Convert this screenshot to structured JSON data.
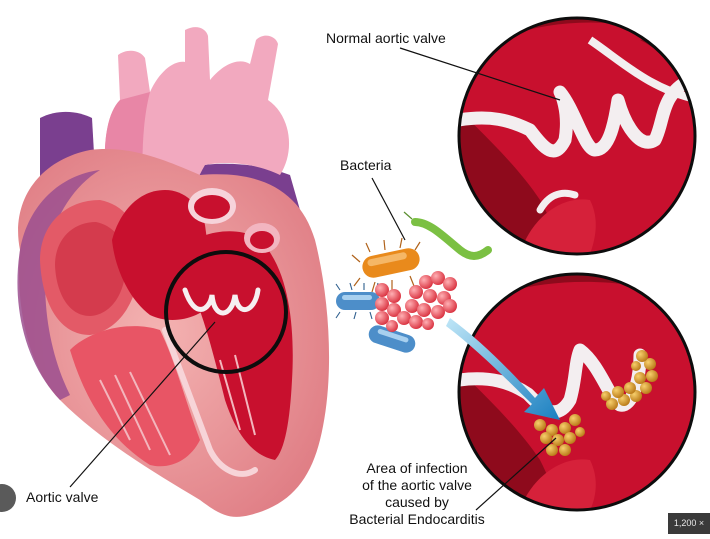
{
  "labels": {
    "normal_valve": "Normal aortic valve",
    "bacteria": "Bacteria",
    "aortic_valve": "Aortic valve",
    "infection_lines": [
      "Area of infection",
      "of the aortic valve",
      "caused by",
      "Bacterial Endocarditis"
    ]
  },
  "badge": {
    "size_text": "1,200 ×"
  },
  "colors": {
    "blood_red": "#c8102e",
    "dark_red": "#8e0a1c",
    "heart_pink": "#e9878f",
    "aorta_pink": "#f2a9bf",
    "vein_purple": "#7a3f8f",
    "valve_white": "#f3eef0",
    "bacteria_orange": "#e98a1c",
    "bacteria_blue": "#4d8ec9",
    "bacteria_green": "#7bc043",
    "cluster_red": "#e8434f",
    "infection_gold": "#d79a2b",
    "arrow_blue": "#2aa6dc"
  }
}
